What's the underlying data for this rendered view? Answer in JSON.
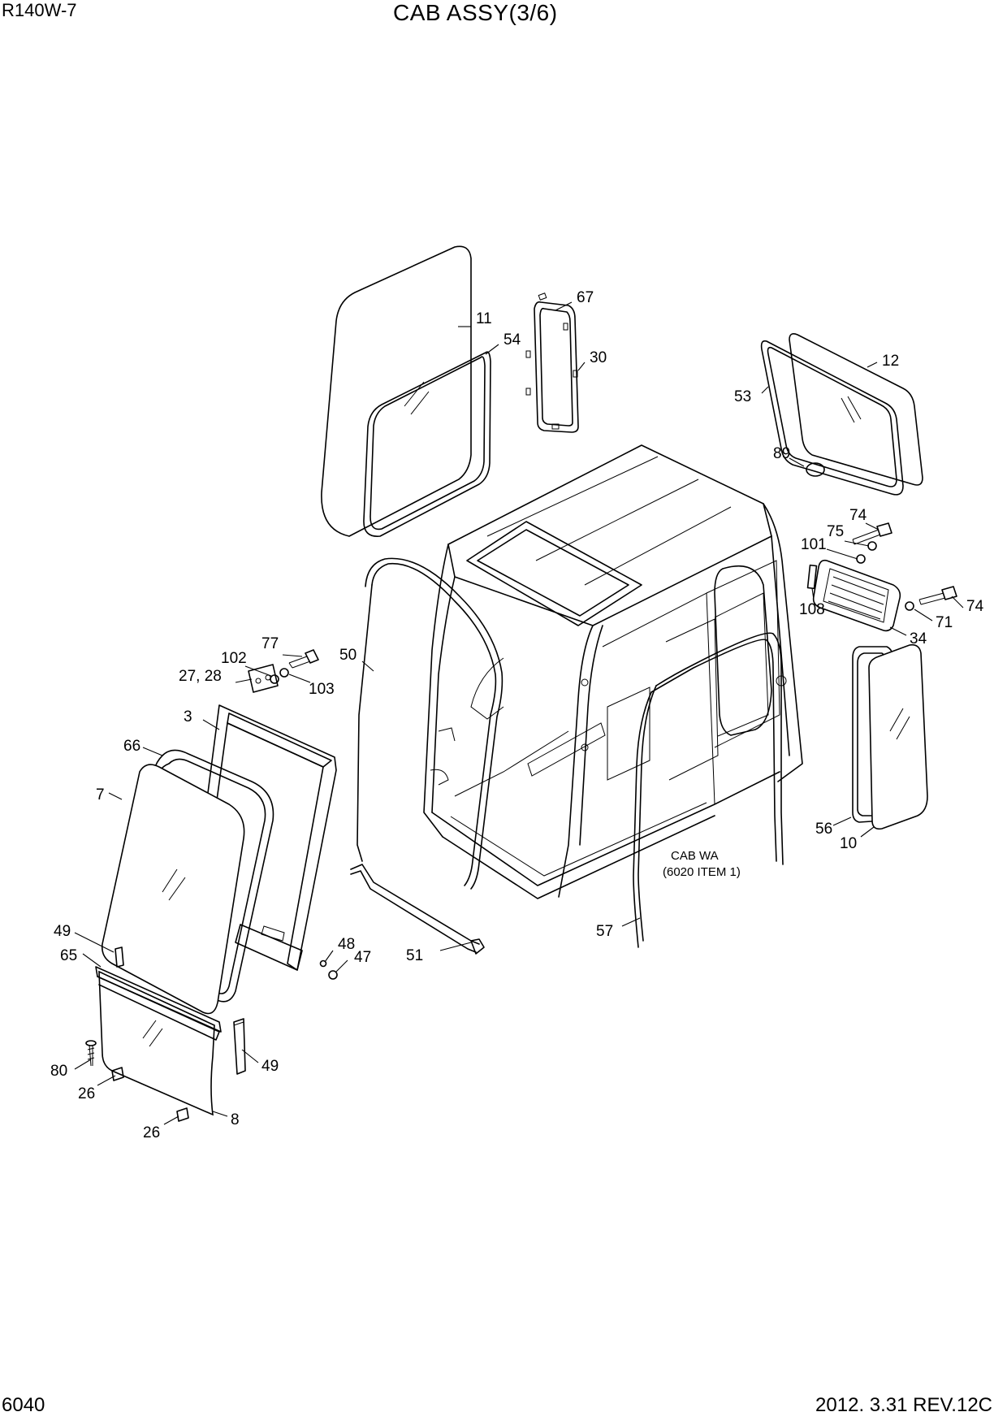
{
  "header": {
    "model": "R140W-7",
    "title": "CAB ASSY(3/6)"
  },
  "footer": {
    "page": "6040",
    "revision": "2012. 3.31  REV.12C"
  },
  "note": {
    "line1": "CAB WA",
    "line2": "(6020 ITEM 1)"
  },
  "callouts": [
    {
      "id": "c-11",
      "label": "11"
    },
    {
      "id": "c-54",
      "label": "54"
    },
    {
      "id": "c-67",
      "label": "67"
    },
    {
      "id": "c-30",
      "label": "30"
    },
    {
      "id": "c-12",
      "label": "12"
    },
    {
      "id": "c-53",
      "label": "53"
    },
    {
      "id": "c-89",
      "label": "89"
    },
    {
      "id": "c-74a",
      "label": "74"
    },
    {
      "id": "c-75",
      "label": "75"
    },
    {
      "id": "c-101",
      "label": "101"
    },
    {
      "id": "c-108",
      "label": "108"
    },
    {
      "id": "c-74b",
      "label": "74"
    },
    {
      "id": "c-71",
      "label": "71"
    },
    {
      "id": "c-34",
      "label": "34"
    },
    {
      "id": "c-77",
      "label": "77"
    },
    {
      "id": "c-102",
      "label": "102"
    },
    {
      "id": "c-2728",
      "label": "27, 28"
    },
    {
      "id": "c-103",
      "label": "103"
    },
    {
      "id": "c-50",
      "label": "50"
    },
    {
      "id": "c-3",
      "label": "3"
    },
    {
      "id": "c-66",
      "label": "66"
    },
    {
      "id": "c-7",
      "label": "7"
    },
    {
      "id": "c-56",
      "label": "56"
    },
    {
      "id": "c-10",
      "label": "10"
    },
    {
      "id": "c-49a",
      "label": "49"
    },
    {
      "id": "c-65",
      "label": "65"
    },
    {
      "id": "c-48",
      "label": "48"
    },
    {
      "id": "c-47",
      "label": "47"
    },
    {
      "id": "c-51",
      "label": "51"
    },
    {
      "id": "c-57",
      "label": "57"
    },
    {
      "id": "c-49b",
      "label": "49"
    },
    {
      "id": "c-80",
      "label": "80"
    },
    {
      "id": "c-26a",
      "label": "26"
    },
    {
      "id": "c-8",
      "label": "8"
    },
    {
      "id": "c-26b",
      "label": "26"
    }
  ]
}
